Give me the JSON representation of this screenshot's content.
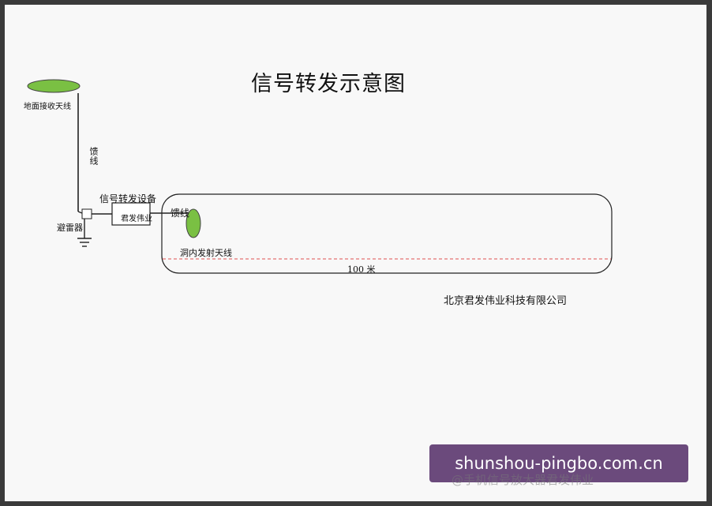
{
  "diagram": {
    "title": "信号转发示意图",
    "ground_antenna_label": "地面接收天线",
    "feeder_vertical_label": "馈线",
    "repeater_title": "信号转发设备",
    "repeater_box_label": "君发伟业",
    "lightning_arrester_label": "避雷器",
    "feeder_horizontal_label": "馈线",
    "tunnel_antenna_label": "洞内发射天线",
    "distance_label": "100 米",
    "company_name": "北京君发伟业科技有限公司",
    "antenna_color": "#7ac043",
    "distance_line_color": "#e05050"
  },
  "watermark": {
    "url": "shunshou-pingbo.com.cn",
    "caption": "@手机信号放大器君发伟业"
  }
}
